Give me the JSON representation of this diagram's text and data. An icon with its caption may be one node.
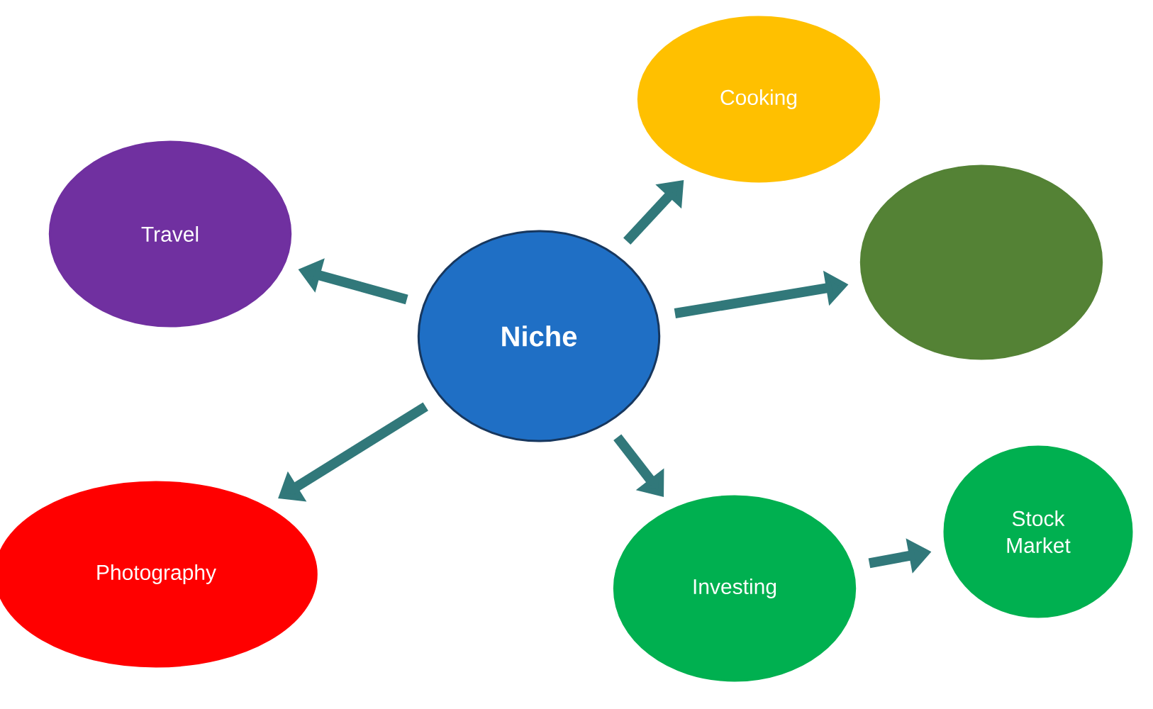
{
  "diagram": {
    "nodes": [
      {
        "text": [
          "Niche"
        ]
      },
      {
        "text": [
          "Travel"
        ]
      },
      {
        "text": [
          "Cooking"
        ]
      },
      {
        "text": [],
        "shape": "circle"
      },
      {
        "text": [
          "Photography"
        ]
      },
      {
        "text": [
          "Investing"
        ]
      },
      {
        "text": [
          "Stock Market"
        ]
      }
    ],
    "edges": [
      {
        "from": 0,
        "to": 1,
        "arrow": "to"
      },
      {
        "from": 0,
        "to": 2,
        "arrow": "to"
      },
      {
        "from": 0,
        "to": 3,
        "arrow": "to"
      },
      {
        "from": 0,
        "to": 4,
        "arrow": "to"
      },
      {
        "from": 0,
        "to": 5,
        "arrow": "to"
      },
      {
        "from": 5,
        "to": 6,
        "arrow": "to"
      }
    ]
  }
}
